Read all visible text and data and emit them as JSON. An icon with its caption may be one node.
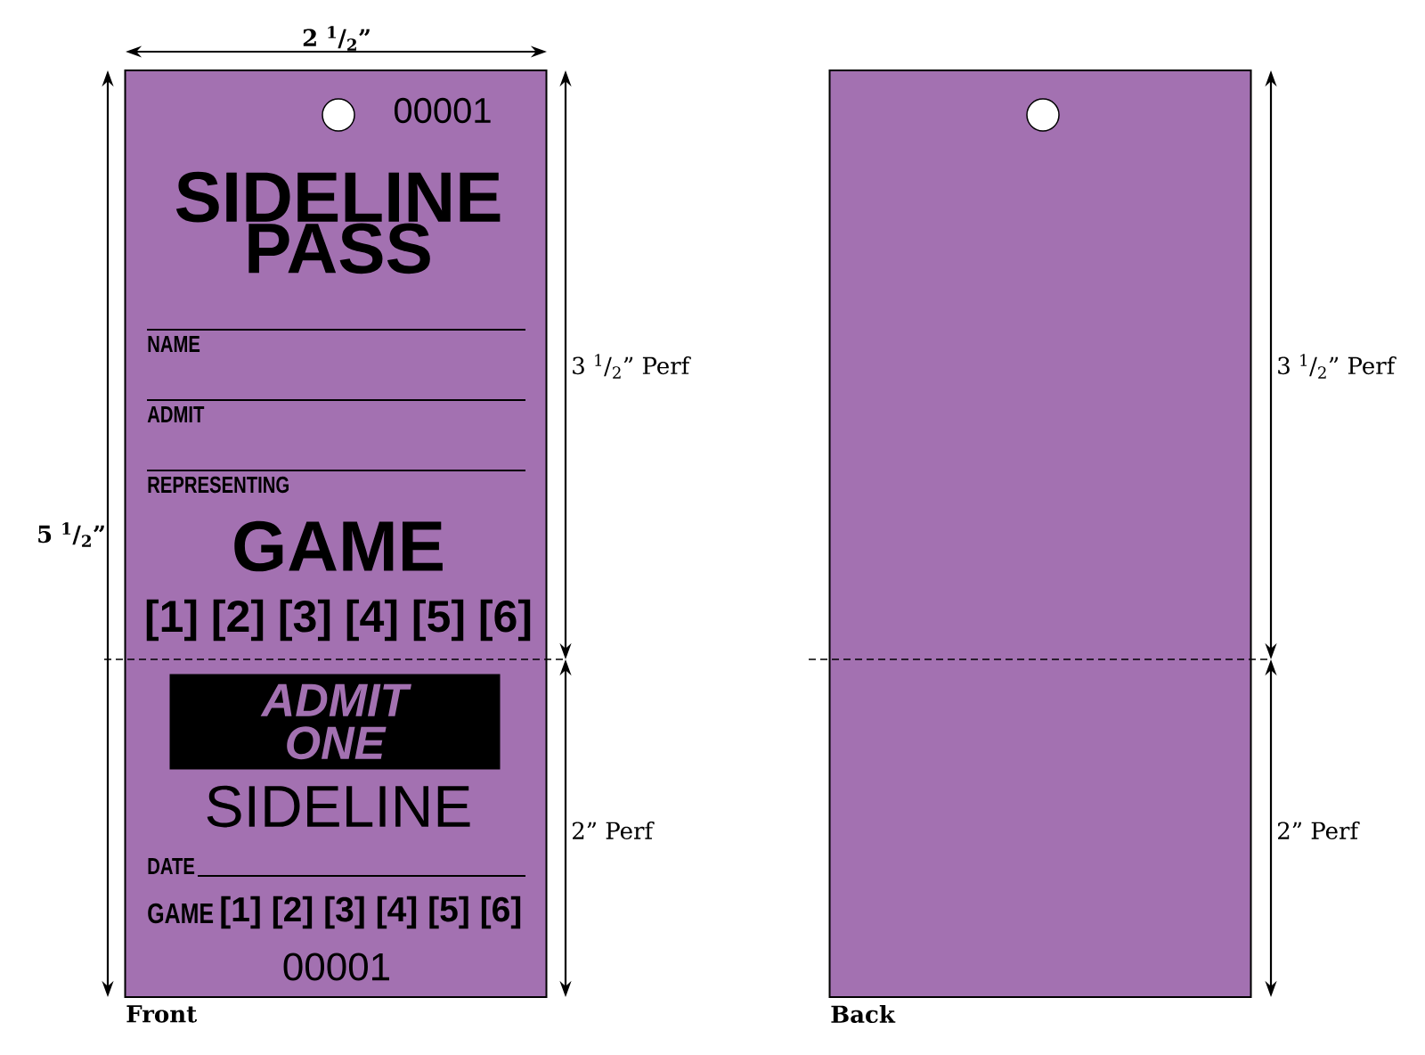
{
  "diagram": {
    "nodes": [
      {
        "text": [
          "00001",
          "SIDELINE PASS",
          "NAME",
          "ADMIT",
          "REPRESENTING",
          "GAME",
          "[1] [2] [3] [4] [5] [6]",
          "SIDELINE",
          "DATE",
          "GAME",
          "[1] [2] [3] [4] [5] [6]",
          "00001"
        ],
        "beside": [
          "Front"
        ]
      },
      {
        "text": [
          "ADMIT ONE"
        ],
        "in": 0
      },
      {
        "text": [],
        "shape": "box",
        "beside": [
          "Back"
        ]
      }
    ],
    "labels": [
      "2 $^{1}$/$_{2}$”",
      "5 $^{1}$/$_{2}$”",
      "3 $^{1}$/$_{2}$” Perf",
      "2” Perf",
      "3 $^{1}$/$_{2}$” Perf",
      "2” Perf"
    ]
  }
}
